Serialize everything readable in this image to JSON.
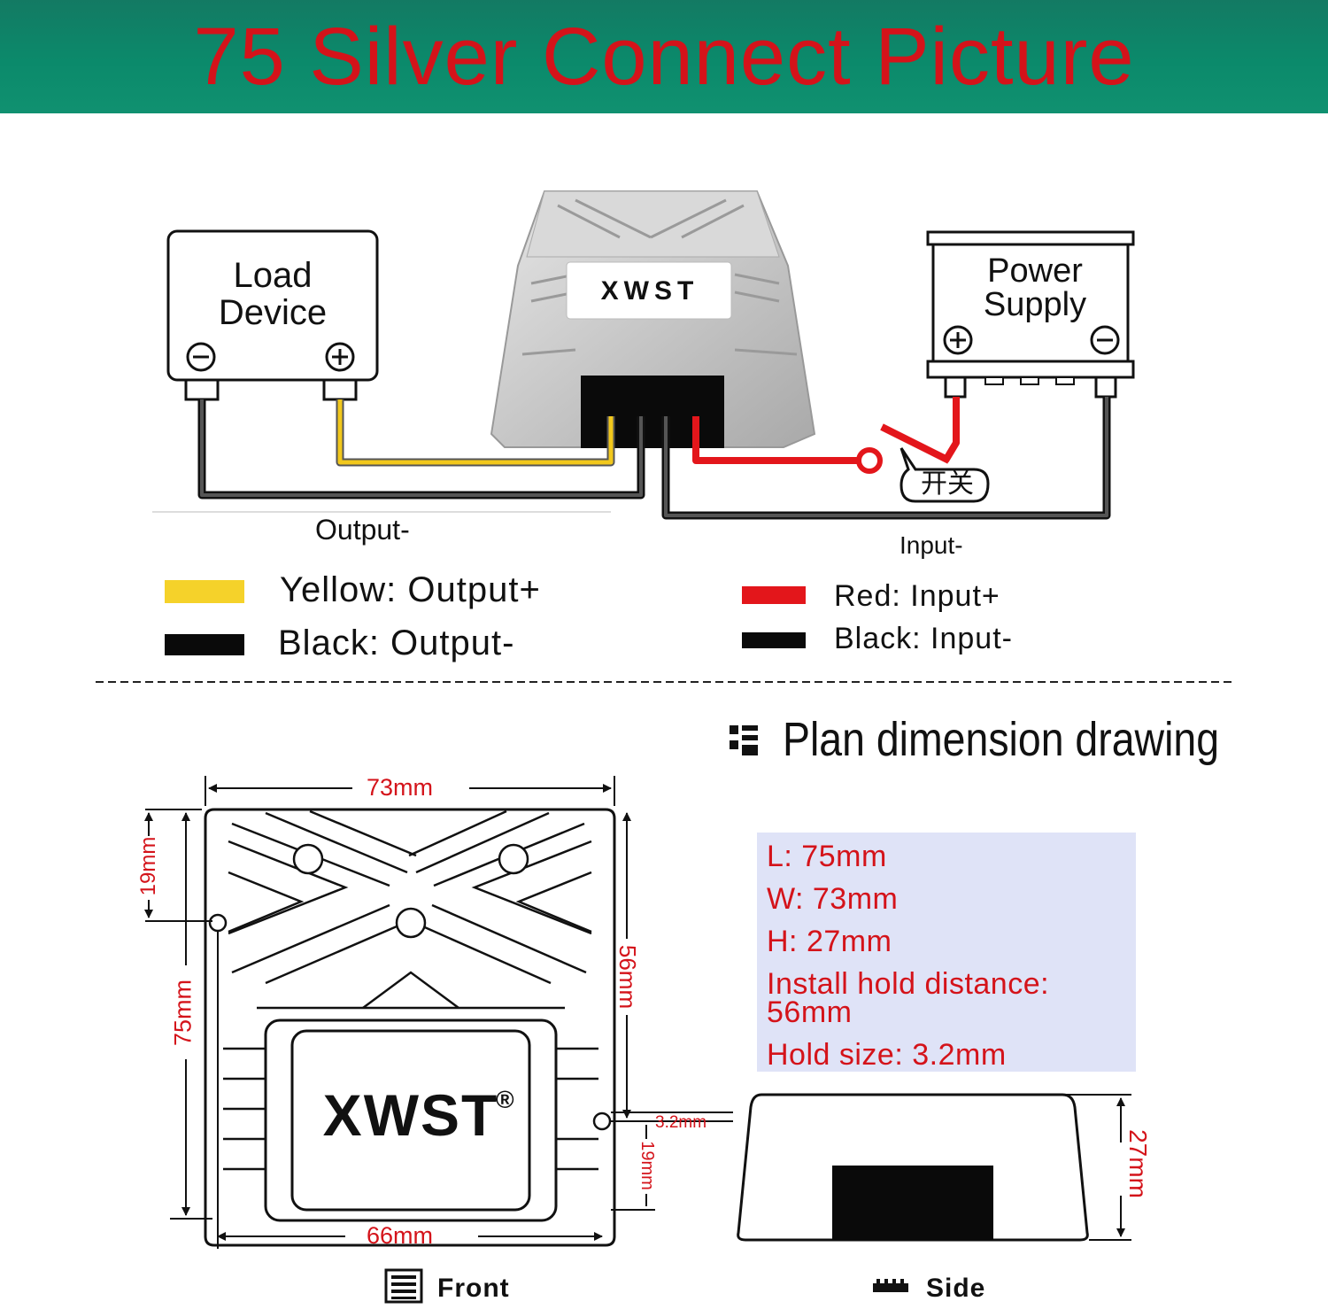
{
  "banner": {
    "title": "75 Silver Connect Picture"
  },
  "wiring": {
    "load_device": {
      "line1": "Load",
      "line2": "Device"
    },
    "power_supply": {
      "line1": "Power",
      "line2": "Supply"
    },
    "converter_brand": "XWST",
    "switch_label": "开关",
    "output_minus_label": "Output-",
    "input_minus_label": "Input-",
    "colors": {
      "yellow": "#f2c81c",
      "black": "#111111",
      "red": "#e3161b",
      "grey": "#3a3a3a"
    }
  },
  "legend": {
    "yellow": "Yellow: Output+",
    "black_out": "Black: Output-",
    "red": "Red: Input+",
    "black_in": "Black: Input-"
  },
  "section": {
    "title": "Plan dimension drawing"
  },
  "specs": {
    "length": "L: 75mm",
    "width": "W: 73mm",
    "height": "H: 27mm",
    "hole_distance_line1": "Install hold distance:",
    "hole_distance_line2": "56mm",
    "hole_size": "Hold size: 3.2mm"
  },
  "front_view": {
    "brand": "XWST",
    "width_top": "73mm",
    "width_bottom": "66mm",
    "left_upper": "19mm",
    "left_total": "75mm",
    "right_hole_distance": "56mm",
    "right_lower": "19mm",
    "hole_size": "3.2mm",
    "caption": "Front"
  },
  "side_view": {
    "height": "27mm",
    "caption": "Side"
  }
}
